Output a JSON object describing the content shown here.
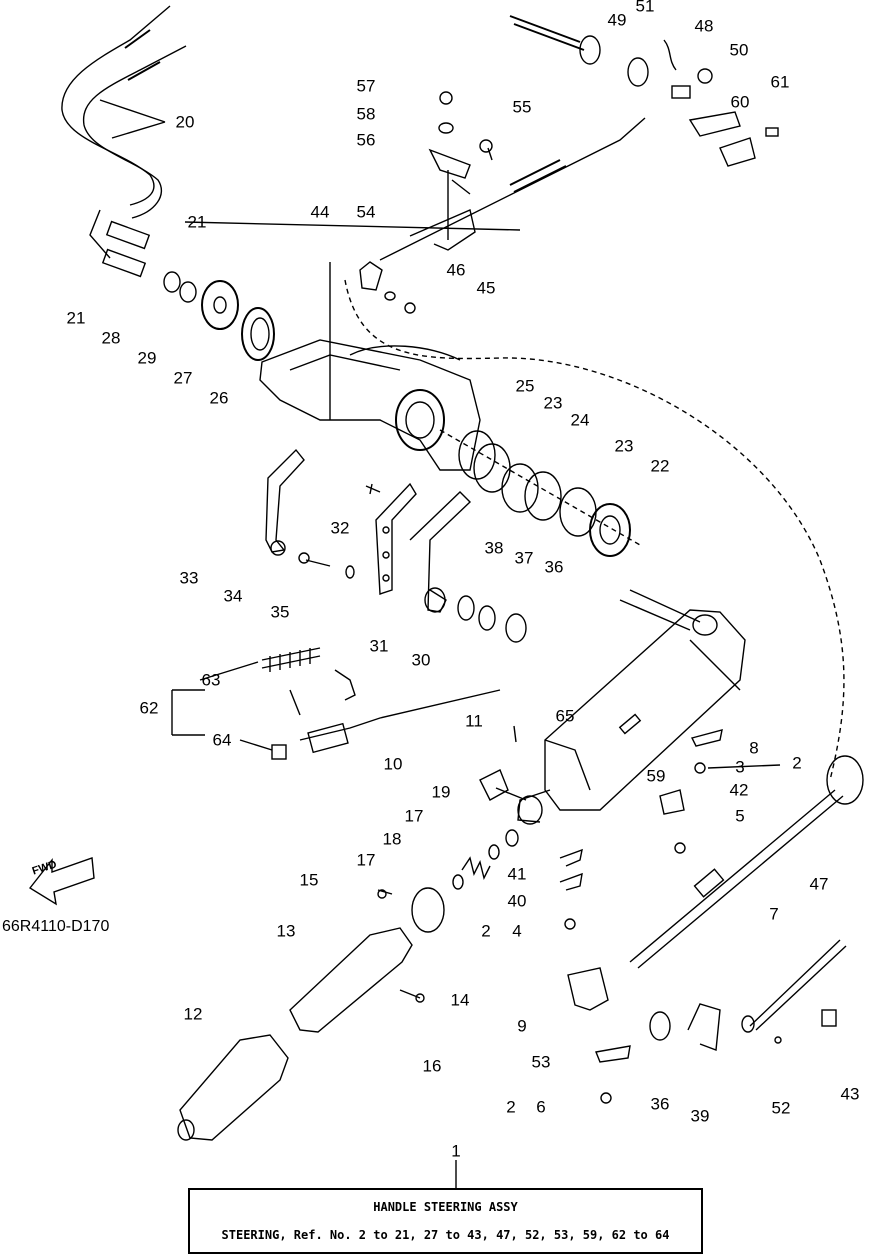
{
  "diagram": {
    "code": "66R4110-D170",
    "fwd_text": "FWD",
    "labels": {
      "p1": "1",
      "p2a": "2",
      "p2b": "2",
      "p2c": "2",
      "p3": "3",
      "p4": "4",
      "p5": "5",
      "p6": "6",
      "p7": "7",
      "p8": "8",
      "p9": "9",
      "p10": "10",
      "p11": "11",
      "p12": "12",
      "p13": "13",
      "p14": "14",
      "p15": "15",
      "p16": "16",
      "p17a": "17",
      "p17b": "17",
      "p18": "18",
      "p19": "19",
      "p20": "20",
      "p21a": "21",
      "p21b": "21",
      "p22": "22",
      "p23a": "23",
      "p23b": "23",
      "p24": "24",
      "p25": "25",
      "p26": "26",
      "p27": "27",
      "p28": "28",
      "p29": "29",
      "p30": "30",
      "p31": "31",
      "p32": "32",
      "p33": "33",
      "p34": "34",
      "p35": "35",
      "p36a": "36",
      "p36b": "36",
      "p37": "37",
      "p38": "38",
      "p39": "39",
      "p40": "40",
      "p41": "41",
      "p42": "42",
      "p43": "43",
      "p44": "44",
      "p45": "45",
      "p46": "46",
      "p47": "47",
      "p48": "48",
      "p49": "49",
      "p50": "50",
      "p51": "51",
      "p52": "52",
      "p53": "53",
      "p54": "54",
      "p55": "55",
      "p56": "56",
      "p57": "57",
      "p58": "58",
      "p59": "59",
      "p60": "60",
      "p61": "61",
      "p62": "62",
      "p63": "63",
      "p64": "64",
      "p65": "65"
    }
  },
  "legend_box": {
    "title": "HANDLE STEERING ASSY",
    "description": "STEERING, Ref. No. 2 to 21, 27 to 43, 47, 52, 53, 59, 62 to 64"
  }
}
